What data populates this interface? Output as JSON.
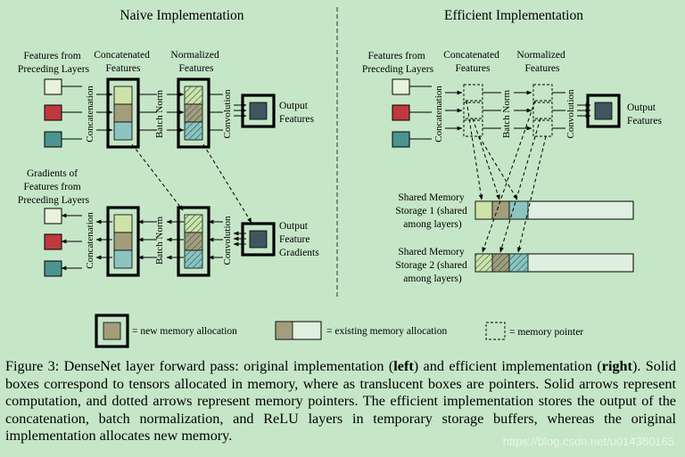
{
  "colors": {
    "background": "#c6e6c8",
    "box_light": "#cde3a8",
    "box_tan": "#a39d7c",
    "box_teal": "#8cc4c0",
    "input_red": "#c0393c",
    "input_teal": "#4c9490",
    "output_dark": "#3f555f"
  },
  "titles": {
    "left": "Naive Implementation",
    "right": "Efficient Implementation"
  },
  "labels": {
    "features_preceding": [
      "Features from",
      "Preceding Layers"
    ],
    "concatenated": [
      "Concatenated",
      "Features"
    ],
    "normalized": [
      "Normalized",
      "Features"
    ],
    "concatenation": "Concatenation",
    "batch_norm": "Batch Norm",
    "convolution": "Convolution",
    "output_features": [
      "Output",
      "Features"
    ],
    "gradients_preceding": [
      "Gradients of",
      "Features from",
      "Preceding Layers"
    ],
    "output_gradients": [
      "Output",
      "Feature",
      "Gradients"
    ],
    "shared_memory_1": [
      "Shared Memory",
      "Storage 1 (shared",
      "among layers)"
    ],
    "shared_memory_2": [
      "Shared Memory",
      "Storage 2 (shared",
      "among layers)"
    ]
  },
  "legend": {
    "new_memory": "= new memory allocation",
    "existing_memory": "= existing memory allocation",
    "memory_pointer": "= memory pointer"
  },
  "caption": {
    "p1": "Figure 3: DenseNet layer forward pass: original implementation (",
    "b1": "left",
    "p2": ") and efficient implementation (",
    "b2": "right",
    "p3": ").  Solid boxes correspond to tensors allocated in memory, where as translucent boxes are pointers.  Solid arrows represent computation, and dotted arrows represent memory pointers.  The efficient implementation stores the output of the concatenation, batch normalization, and ReLU layers in temporary storage buffers, whereas the original implementation allocates new memory."
  },
  "watermark": "https://blog.csdn.net/u014380165"
}
